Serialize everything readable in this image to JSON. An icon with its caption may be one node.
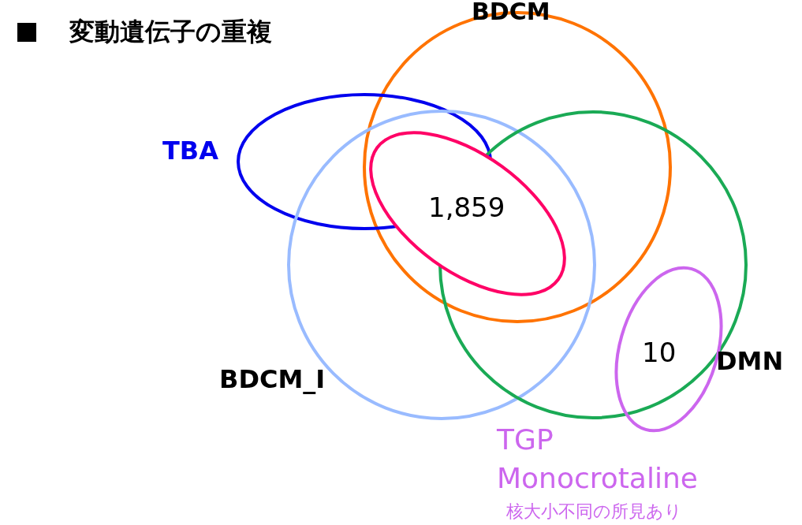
{
  "diagram": {
    "title": "変動遺伝子の重複",
    "nodes": [
      {
        "text": [
          "BDCM"
        ]
      },
      {
        "text": [
          "TBA"
        ]
      },
      {
        "text": [
          "BDCM_I"
        ]
      },
      {
        "text": [
          "DMN"
        ]
      },
      {
        "text": [
          "1,859"
        ]
      },
      {
        "text": [
          "10",
          "TGP Monocrotaline"
        ]
      }
    ],
    "edges": [],
    "labels": [
      "核大小不同の所見あり"
    ]
  }
}
